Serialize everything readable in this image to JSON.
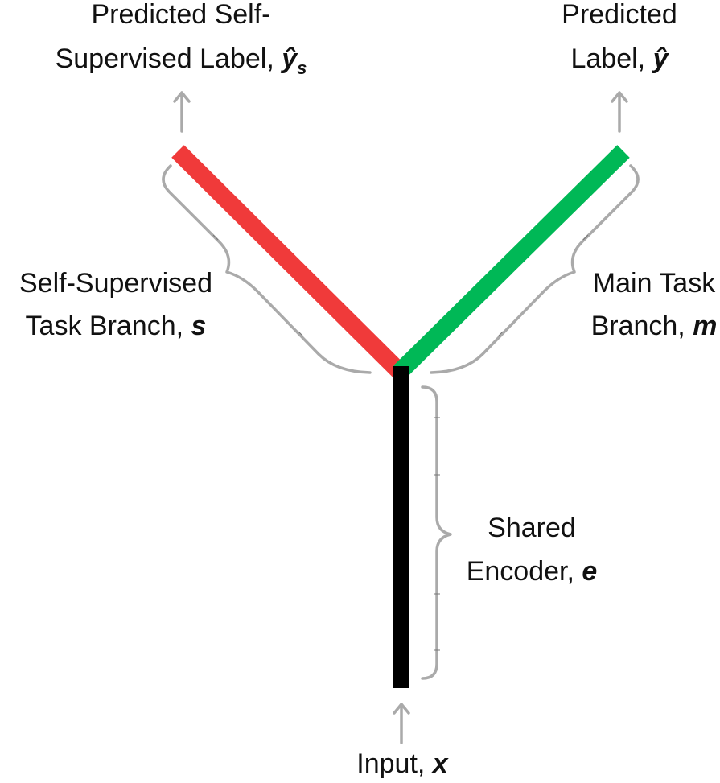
{
  "labels": {
    "predicted_ssl_line1": "Predicted Self-",
    "predicted_ssl_line2": "Supervised Label, ",
    "predicted_ssl_var": "ŷ",
    "predicted_ssl_sub": "s",
    "predicted_line1": "Predicted",
    "predicted_line2": "Label, ",
    "predicted_var": "ŷ",
    "ssl_branch_line1": "Self-Supervised",
    "ssl_branch_line2": "Task Branch, ",
    "ssl_branch_var": "s",
    "main_branch_line1": "Main Task",
    "main_branch_line2": "Branch, ",
    "main_branch_var": "m",
    "encoder_line1": "Shared",
    "encoder_line2": "Encoder, ",
    "encoder_var": "e",
    "input_text": "Input, ",
    "input_var": "x"
  },
  "colors": {
    "self_supervised_branch": "#f03a3a",
    "main_branch": "#00b856",
    "shared_encoder": "#000000",
    "arrows": "#aaaaaa",
    "braces": "#aaaaaa"
  }
}
